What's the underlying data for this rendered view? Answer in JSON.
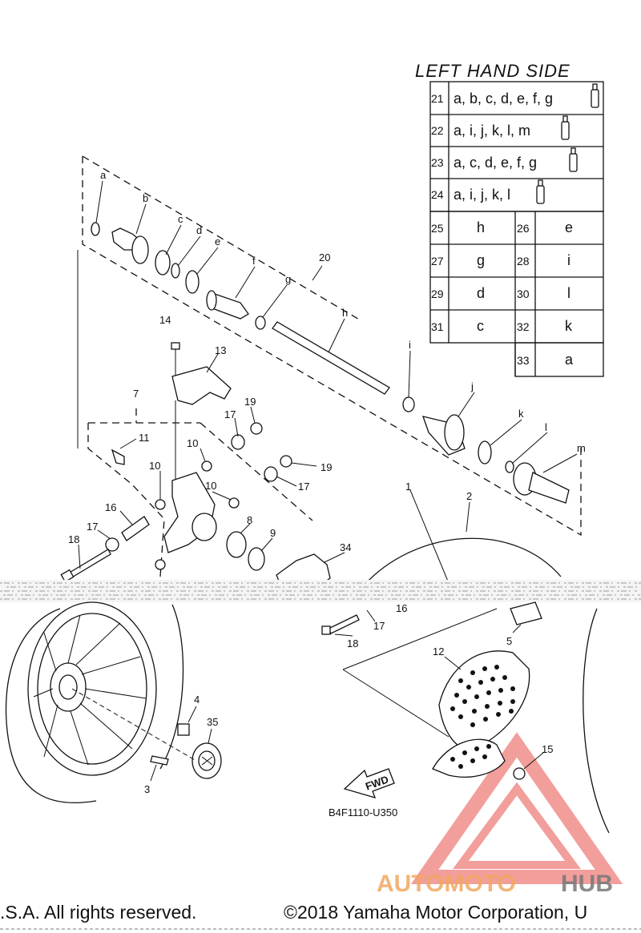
{
  "table": {
    "title": "LEFT HAND SIDE",
    "kit_rows": [
      {
        "num": "21",
        "text": "a, b, c, d, e, f, g"
      },
      {
        "num": "22",
        "text": "a, i, j, k, l, m"
      },
      {
        "num": "23",
        "text": "a, c, d, e, f, g"
      },
      {
        "num": "24",
        "text": "a, i, j, k, l"
      }
    ],
    "pair_rows": [
      {
        "n1": "25",
        "v1": "h",
        "n2": "26",
        "v2": "e"
      },
      {
        "n1": "27",
        "v1": "g",
        "n2": "28",
        "v2": "i"
      },
      {
        "n1": "29",
        "v1": "d",
        "n2": "30",
        "v2": "l"
      },
      {
        "n1": "31",
        "v1": "c",
        "n2": "32",
        "v2": "k"
      }
    ],
    "last_row": {
      "n": "33",
      "v": "a"
    }
  },
  "callouts": {
    "a": "a",
    "b": "b",
    "c": "c",
    "d": "d",
    "e": "e",
    "f": "f",
    "g": "g",
    "h": "h",
    "i": "i",
    "j": "j",
    "k": "k",
    "l": "l",
    "m": "m",
    "p20": "20",
    "p14": "14",
    "p13": "13",
    "p7": "7",
    "p19a": "19",
    "p17a": "17",
    "p11": "11",
    "p10a": "10",
    "p10b": "10",
    "p10c": "10",
    "p19b": "19",
    "p17b": "17",
    "p1": "1",
    "p2": "2",
    "p16a": "16",
    "p17c": "17",
    "p18a": "18",
    "p8": "8",
    "p9": "9",
    "p34": "34",
    "p16b": "16",
    "p17d": "17",
    "p18b": "18",
    "p5": "5",
    "p12": "12",
    "p4": "4",
    "p35": "35",
    "p3": "3",
    "p15": "15"
  },
  "diagram_code": "B4F1110-U350",
  "fwd_label": "FWD",
  "footer": {
    "left": ".S.A. All rights reserved.",
    "right": "©2018 Yamaha Motor Corporation, U"
  },
  "watermark": {
    "part1": "AUTOMOTO",
    "part2": "HUB",
    "color_main": "#f0a860",
    "color_hub": "#777777",
    "color_logo": "#e8504a"
  }
}
